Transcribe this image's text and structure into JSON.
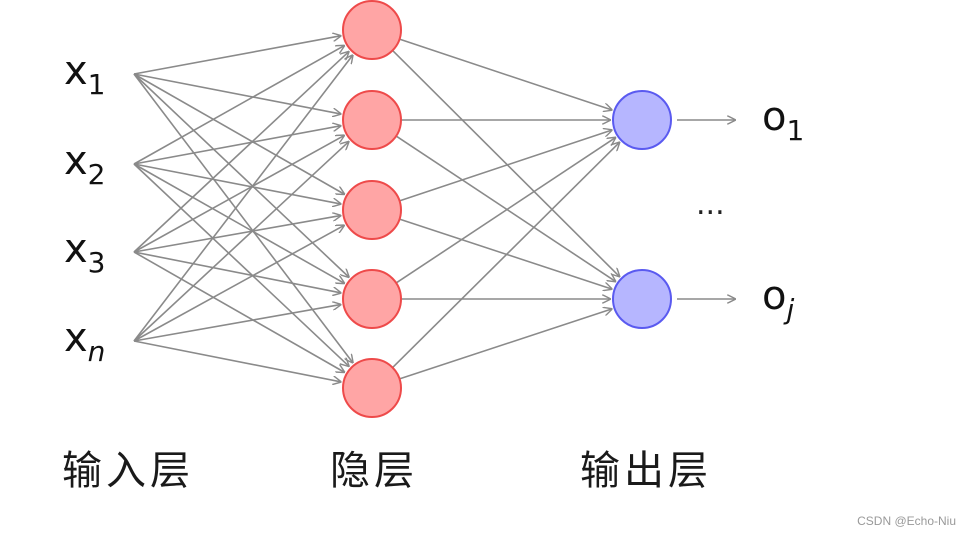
{
  "inputs": [
    {
      "base": "x",
      "sub": "1"
    },
    {
      "base": "x",
      "sub": "2"
    },
    {
      "base": "x",
      "sub": "3"
    },
    {
      "base": "x",
      "sub": "n"
    }
  ],
  "hidden_count": 5,
  "outputs": [
    {
      "base": "o",
      "sub": "1"
    },
    {
      "base": "o",
      "sub": "j"
    }
  ],
  "ellipsis": "...",
  "layer_labels": {
    "input": "输入层",
    "hidden": "隐层",
    "output": "输出层"
  },
  "watermark": "CSDN @Echo-Niu",
  "colors": {
    "hidden_fill": "#ffa5a5",
    "hidden_stroke": "#ee4a4a",
    "output_fill": "#b6b6ff",
    "output_stroke": "#5a5af0",
    "edge": "#8a8a8a"
  }
}
